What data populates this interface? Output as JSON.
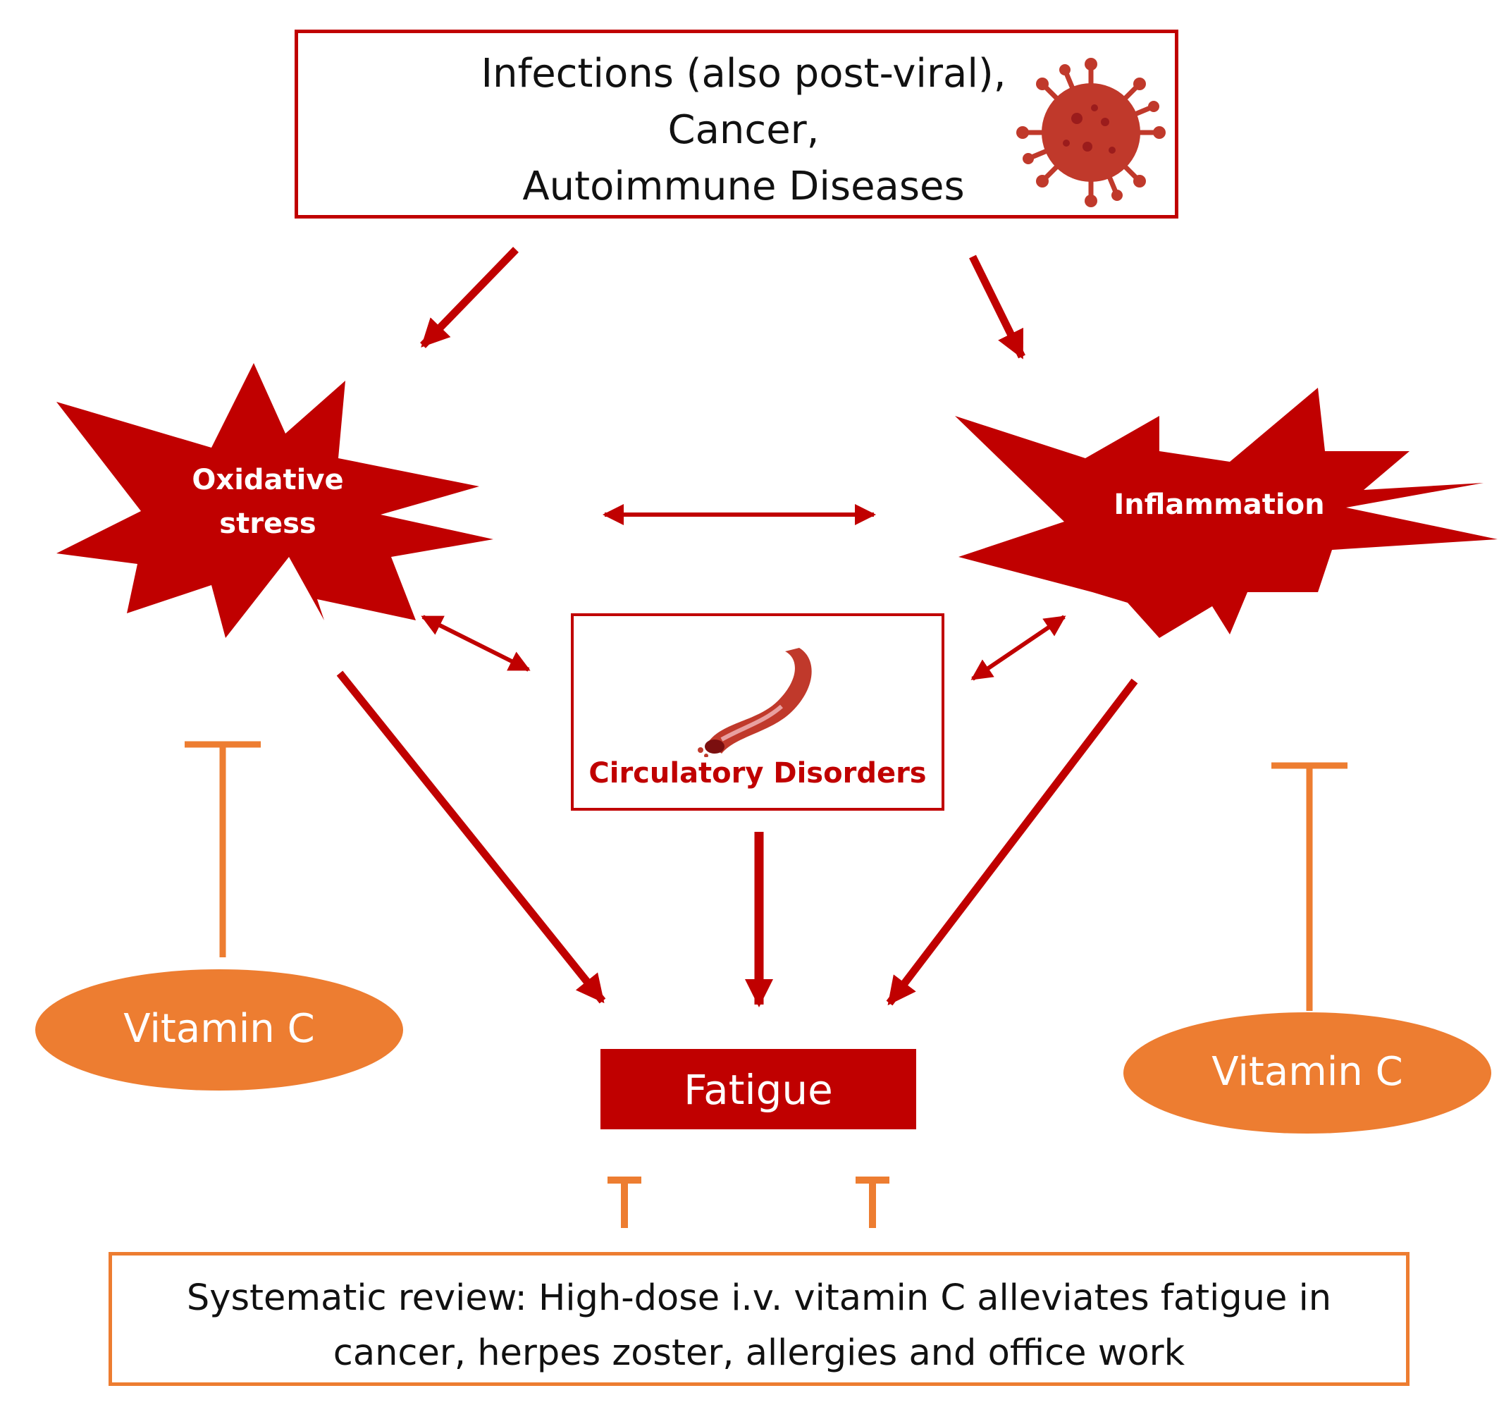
{
  "causes": {
    "lines": [
      "Infections (also post-viral),",
      "Cancer,",
      "Autoimmune Diseases"
    ],
    "icon": "virus-icon"
  },
  "oxidative_stress": {
    "line1": "Oxidative",
    "line2": "stress"
  },
  "inflammation": {
    "label": "Inflammation"
  },
  "circulatory": {
    "label": "Circulatory Disorders",
    "icon": "blood-vessel-icon"
  },
  "fatigue": {
    "label": "Fatigue"
  },
  "vitamin_c_left": {
    "label": "Vitamin C"
  },
  "vitamin_c_right": {
    "label": "Vitamin C"
  },
  "review": {
    "lines": [
      "Systematic review: High-dose i.v. vitamin C alleviates fatigue in",
      "cancer, herpes zoster, allergies and office work"
    ]
  },
  "colors": {
    "red": "#c00000",
    "orange": "#ed7d31"
  }
}
